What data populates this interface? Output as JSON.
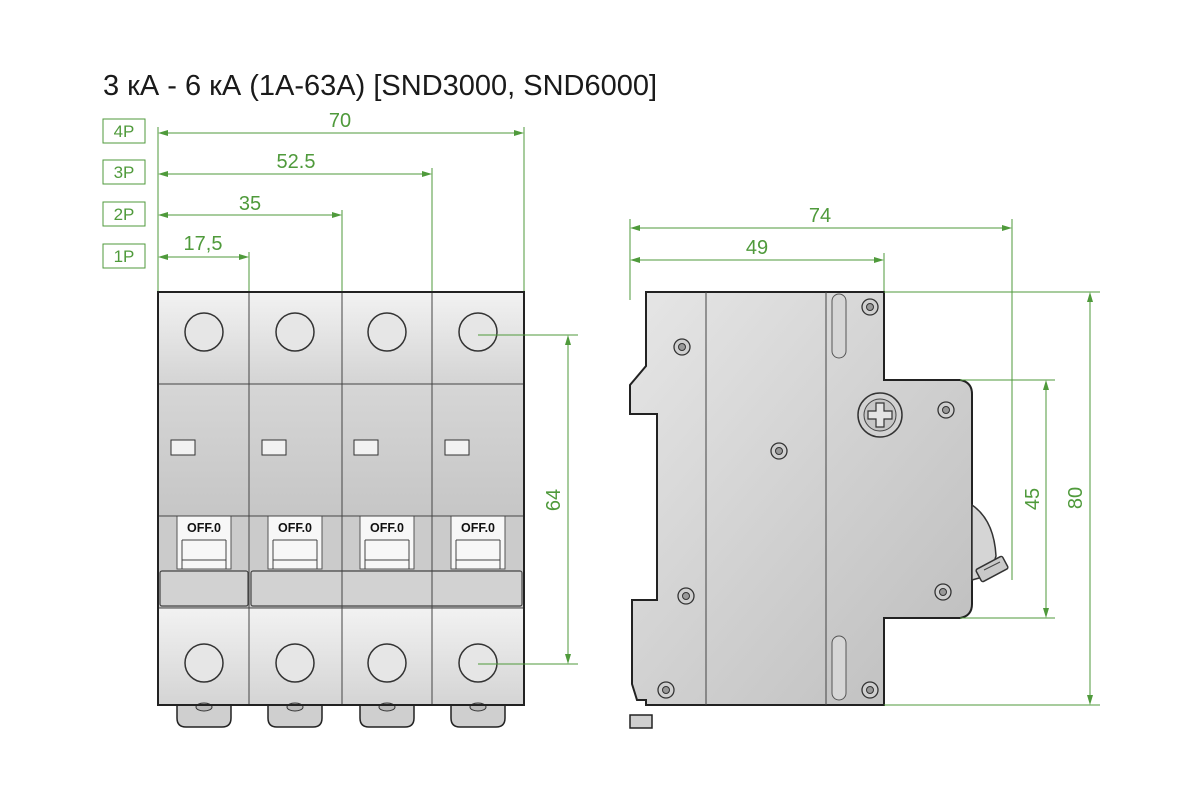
{
  "title": "3 кА - 6 кА (1А-63А) [SND3000, SND6000]",
  "pole_labels": [
    "4P",
    "3P",
    "2P",
    "1P"
  ],
  "width_dims": [
    "70",
    "52.5",
    "35",
    "17,5"
  ],
  "height_dim_front": "64",
  "side_dims": {
    "overall": "74",
    "partial": "49",
    "height_inner": "45",
    "height_overall": "80"
  },
  "switch_label": "OFF.0",
  "colors": {
    "dimension": "#4f9a3b",
    "outline": "#222222",
    "body": "#d9d9d9"
  }
}
